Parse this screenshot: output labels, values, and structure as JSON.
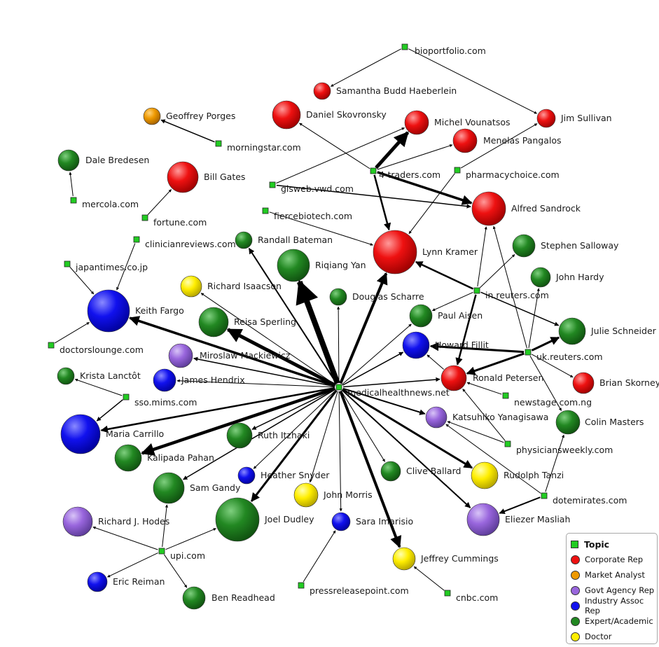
{
  "colors": {
    "topic": "#22cc22",
    "corporate": "#ee1111",
    "analyst": "#ee9900",
    "govt": "#9966dd",
    "industry": "#1111ee",
    "expert": "#228822",
    "doctor": "#ffee00"
  },
  "legend": {
    "title": "Topic",
    "items": [
      {
        "key": "corporate",
        "label": "Corporate Rep"
      },
      {
        "key": "analyst",
        "label": "Market Analyst"
      },
      {
        "key": "govt",
        "label": "Govt Agency Rep"
      },
      {
        "key": "industry",
        "label": "Industry Assoc Rep"
      },
      {
        "key": "expert",
        "label": "Expert/Academic"
      },
      {
        "key": "doctor",
        "label": "Doctor"
      }
    ]
  },
  "topics": {
    "bioportfolio": "bioportfolio.com",
    "morningstar": "morningstar.com",
    "mercola": "mercola.com",
    "fortune": "fortune.com",
    "gisweb": "gisweb.vwd.com",
    "fourtraders": "4-traders.com",
    "pharmacychoice": "pharmacychoice.com",
    "fiercebiotech": "fiercebiotech.com",
    "clinicianreviews": "clinicianreviews.com",
    "japantimes": "japantimes.co.jp",
    "doctorslounge": "doctorslounge.com",
    "inreuters": "in.reuters.com",
    "ukreuters": "uk.reuters.com",
    "newstage": "newstage.com.ng",
    "physiciansweekly": "physiciansweekly.com",
    "dotemirates": "dotemirates.com",
    "medicalhealthnews": "medicalhealthnews.net",
    "ssomims": "sso.mims.com",
    "upi": "upi.com",
    "pressreleasepoint": "pressreleasepoint.com",
    "cnbc": "cnbc.com"
  },
  "people": {
    "samantha": {
      "name": "Samantha Budd Haeberlein",
      "type": "corporate"
    },
    "daniel": {
      "name": "Daniel Skovronsky",
      "type": "corporate"
    },
    "michel": {
      "name": "Michel Vounatsos",
      "type": "corporate"
    },
    "jim": {
      "name": "Jim Sullivan",
      "type": "corporate"
    },
    "menelas": {
      "name": "Menelas Pangalos",
      "type": "corporate"
    },
    "geoffrey": {
      "name": "Geoffrey Porges",
      "type": "analyst"
    },
    "dale": {
      "name": "Dale Bredesen",
      "type": "expert"
    },
    "bill": {
      "name": "Bill Gates",
      "type": "corporate"
    },
    "alfred": {
      "name": "Alfred Sandrock",
      "type": "corporate"
    },
    "randall": {
      "name": "Randall Bateman",
      "type": "expert"
    },
    "lynn": {
      "name": "Lynn Kramer",
      "type": "corporate"
    },
    "riqiang": {
      "name": "Riqiang Yan",
      "type": "expert"
    },
    "stephen": {
      "name": "Stephen Salloway",
      "type": "expert"
    },
    "john_hardy": {
      "name": "John Hardy",
      "type": "expert"
    },
    "richard_isaacson": {
      "name": "Richard Isaacson",
      "type": "doctor"
    },
    "douglas": {
      "name": "Douglas Scharre",
      "type": "expert"
    },
    "keith": {
      "name": "Keith Fargo",
      "type": "industry"
    },
    "paul": {
      "name": "Paul Aisen",
      "type": "expert"
    },
    "reisa": {
      "name": "Reisa Sperling",
      "type": "expert"
    },
    "julie": {
      "name": "Julie Schneider",
      "type": "expert"
    },
    "howard": {
      "name": "Howard Fillit",
      "type": "industry"
    },
    "miroslaw": {
      "name": "Miroslaw Mackiewicz",
      "type": "govt"
    },
    "krista": {
      "name": "Krista Lanctôt",
      "type": "expert"
    },
    "ronald": {
      "name": "Ronald Petersen",
      "type": "corporate"
    },
    "brian": {
      "name": "Brian Skorney",
      "type": "corporate"
    },
    "james": {
      "name": "James Hendrix",
      "type": "industry"
    },
    "katsuhiko": {
      "name": "Katsuhiko Yanagisawa",
      "type": "govt"
    },
    "maria": {
      "name": "Maria Carrillo",
      "type": "industry"
    },
    "colin": {
      "name": "Colin Masters",
      "type": "expert"
    },
    "ruth": {
      "name": "Ruth Itzhaki",
      "type": "expert"
    },
    "kalipada": {
      "name": "Kalipada Pahan",
      "type": "expert"
    },
    "heather": {
      "name": "Heather Snyder",
      "type": "industry"
    },
    "clive": {
      "name": "Clive Ballard",
      "type": "expert"
    },
    "rudolph": {
      "name": "Rudolph Tanzi",
      "type": "doctor"
    },
    "sam": {
      "name": "Sam Gandy",
      "type": "expert"
    },
    "john_morris": {
      "name": "John Morris",
      "type": "doctor"
    },
    "joel": {
      "name": "Joel Dudley",
      "type": "expert"
    },
    "richard_hodes": {
      "name": "Richard J. Hodes",
      "type": "govt"
    },
    "sara": {
      "name": "Sara Imarisio",
      "type": "industry"
    },
    "eliezer": {
      "name": "Eliezer Masliah",
      "type": "govt"
    },
    "jeffrey": {
      "name": "Jeffrey Cummings",
      "type": "doctor"
    },
    "eric": {
      "name": "Eric Reiman",
      "type": "industry"
    },
    "ben": {
      "name": "Ben Readhead",
      "type": "expert"
    }
  }
}
